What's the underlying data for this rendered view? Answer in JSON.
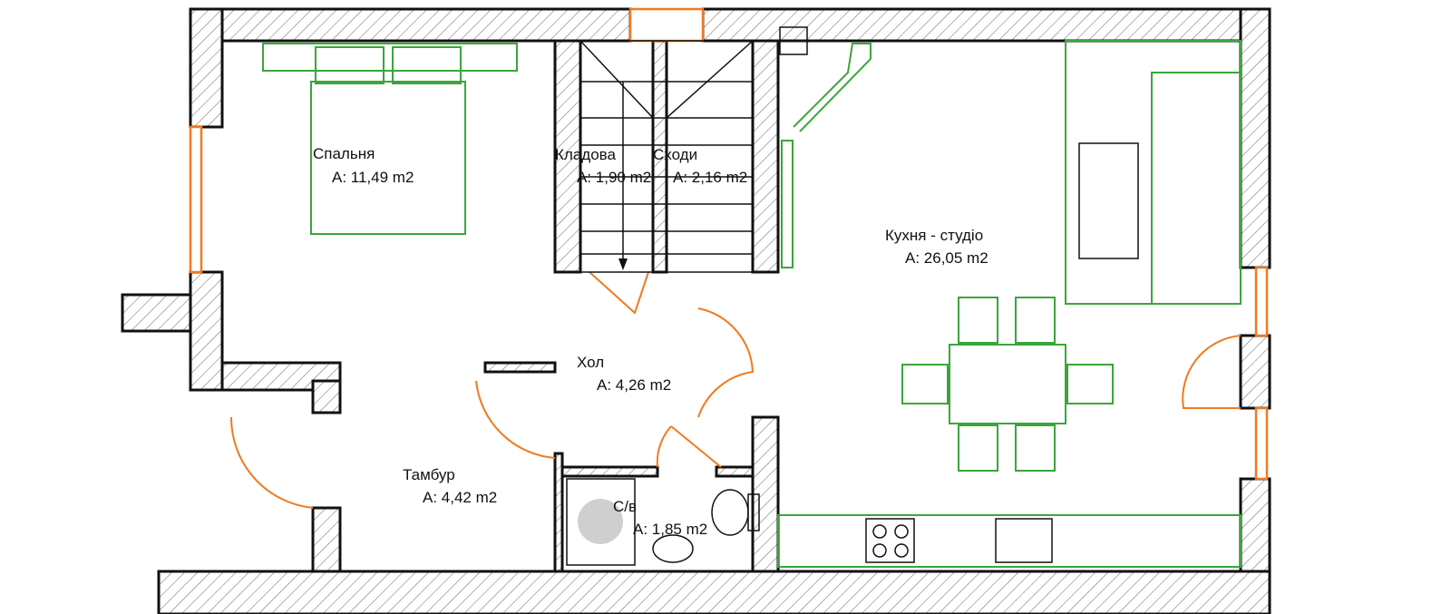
{
  "rooms": {
    "bedroom": {
      "name": "Спальня",
      "area": "A: 11,49 m2"
    },
    "storage": {
      "name": "Кладова",
      "area": "A: 1,90 m2"
    },
    "stairs": {
      "name": "Сходи",
      "area": "A: 2,16 m2"
    },
    "kitchen": {
      "name": "Кухня - студіо",
      "area": "A: 26,05 m2"
    },
    "hall": {
      "name": "Хол",
      "area": "A: 4,26 m2"
    },
    "vestibule": {
      "name": "Тамбур",
      "area": "A: 4,42 m2"
    },
    "bathroom": {
      "name": "С/в",
      "area": "A: 1,85 m2"
    }
  },
  "colors": {
    "wall": "#111111",
    "furniture": "#3aa63a",
    "door": "#f07a20"
  }
}
